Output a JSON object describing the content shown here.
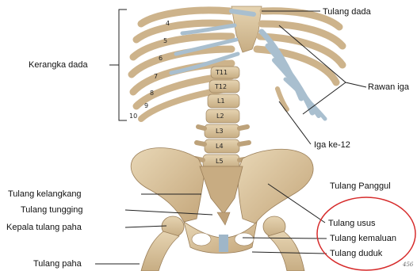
{
  "labels": {
    "tulang_dada": "Tulang dada",
    "kerangka_dada": "Kerangka dada",
    "rawan_iga": "Rawan iga",
    "iga_ke_12": "Iga ke-12",
    "tulang_panggul": "Tulang Panggul",
    "tulang_kelangkang": "Tulang kelangkang",
    "tulang_tungging": "Tulang tungging",
    "kepala_tulang_paha": "Kepala tulang paha",
    "tulang_paha": "Tulang paha",
    "tulang_usus": "Tulang usus",
    "tulang_kemaluan": "Tulang kemaluan",
    "tulang_duduk": "Tulang duduk"
  },
  "rib_numbers": [
    "4",
    "5",
    "6",
    "7",
    "8",
    "9",
    "10"
  ],
  "vertebra_labels": [
    "T11",
    "T12",
    "L1",
    "L2",
    "L3",
    "L4",
    "L5"
  ],
  "signature": "456",
  "colors": {
    "bone": "#d9c4a0",
    "bone_dark": "#b89d74",
    "cartilage": "#9fb6c8",
    "callout_circle": "#d62b2b",
    "line": "#222222"
  }
}
